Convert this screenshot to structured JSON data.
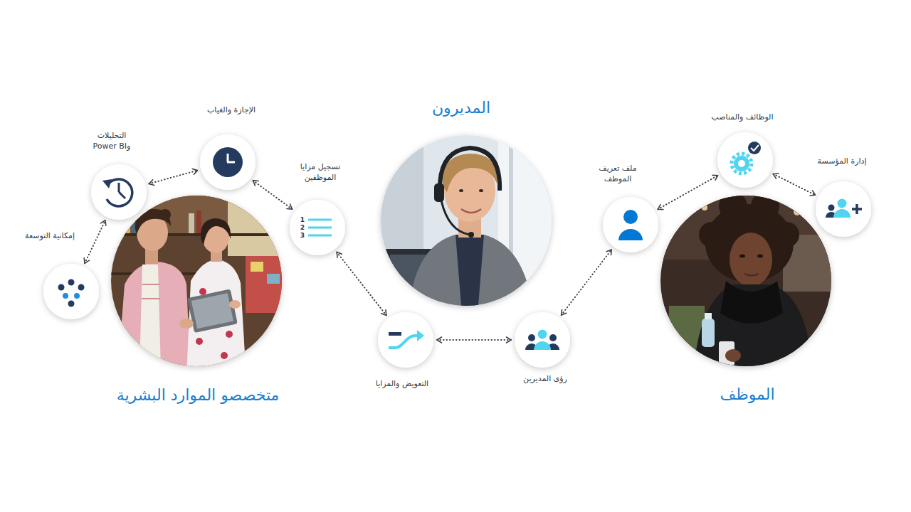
{
  "diagram": {
    "nodes": [
      {
        "text": [
          "متخصصو الموارد البشرية"
        ]
      },
      {
        "text": [
          "إمكانية التوسعة"
        ]
      },
      {
        "text": [
          "التحليلات وPower BI"
        ]
      },
      {
        "text": [
          "الإجازة والغياب"
        ]
      },
      {
        "text": [
          "تسجيل مزايا الموظفين"
        ]
      },
      {
        "text": [
          "المديرون"
        ]
      },
      {
        "text": [
          "التعويض والمزايا"
        ]
      },
      {
        "text": [
          "رؤى المديرين"
        ]
      },
      {
        "text": [
          "الموظف"
        ]
      },
      {
        "text": [
          "ملف تعريف الموظف"
        ]
      },
      {
        "text": [
          "الوظائف والمناصب"
        ]
      },
      {
        "text": [
          "إدارة المؤسسة"
        ]
      }
    ],
    "edges": [
      {
        "from": 1,
        "to": 2,
        "arrow": "both"
      },
      {
        "from": 2,
        "to": 3,
        "arrow": "both"
      },
      {
        "from": 3,
        "to": 4,
        "arrow": "both"
      },
      {
        "from": 4,
        "to": 6,
        "arrow": "both"
      },
      {
        "from": 6,
        "to": 7,
        "arrow": "both"
      },
      {
        "from": 7,
        "to": 9,
        "arrow": "both"
      },
      {
        "from": 9,
        "to": 10,
        "arrow": "both"
      },
      {
        "from": 10,
        "to": 11,
        "arrow": "both"
      }
    ],
    "labels": [
      "1",
      "2",
      "3"
    ]
  }
}
